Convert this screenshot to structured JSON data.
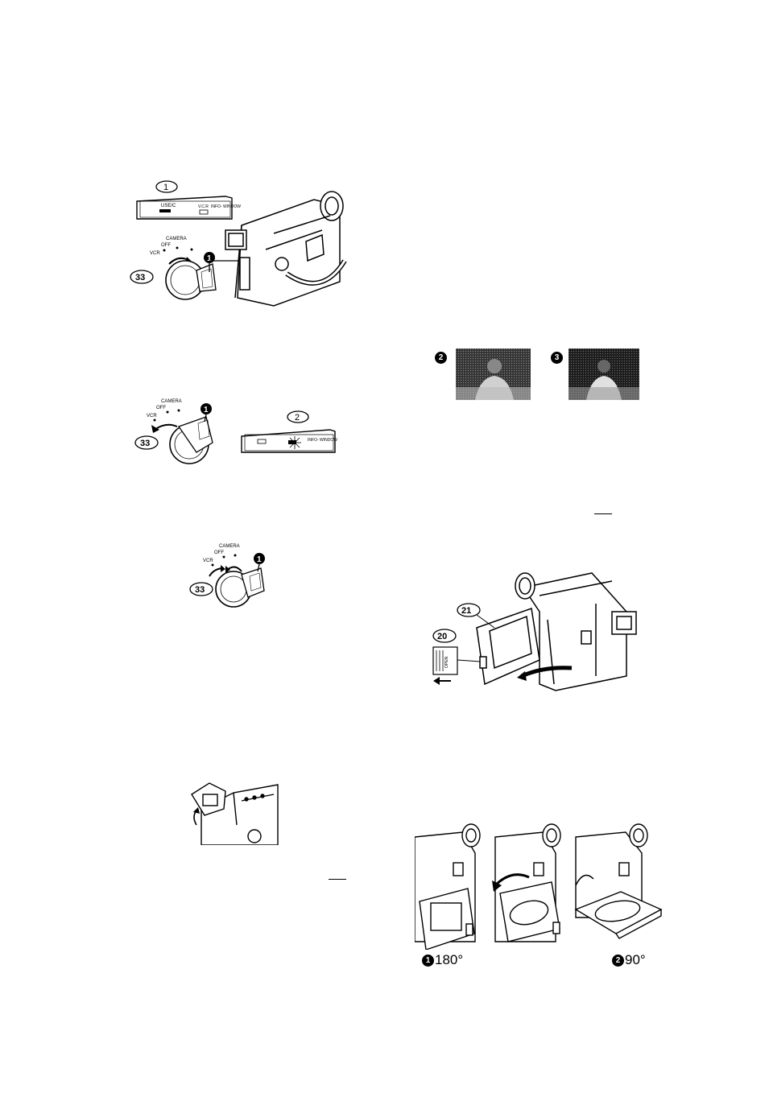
{
  "figure1": {
    "ref_top": "1",
    "panel_label_left": "USE/C",
    "panel_label_mid": "V.C.R",
    "panel_label_right": "INFO-\nWINDOW",
    "dial_camera": "CAMERA",
    "dial_off": "OFF",
    "dial_vcr": "VCR",
    "ref_dial": "33",
    "marker": "1"
  },
  "figure2": {
    "dial_camera": "CAMERA",
    "dial_off": "OFF",
    "dial_vcr": "VCR",
    "ref_dial": "33",
    "marker": "1",
    "ref_panel": "2",
    "panel_label_right": "INFO-\nWINDOW"
  },
  "figure3": {
    "dial_camera": "CAMERA",
    "dial_off": "OFF",
    "dial_vcr": "VCR",
    "ref_dial": "33",
    "marker": "1"
  },
  "screens": {
    "left_marker": "2",
    "right_marker": "3"
  },
  "lcd_figure": {
    "ref_monitor": "21",
    "ref_open": "20",
    "open_label": "OPEN"
  },
  "rotation_figure": {
    "label_left": "180°",
    "label_left_marker": "1",
    "label_right": "90°",
    "label_right_marker": "2"
  }
}
